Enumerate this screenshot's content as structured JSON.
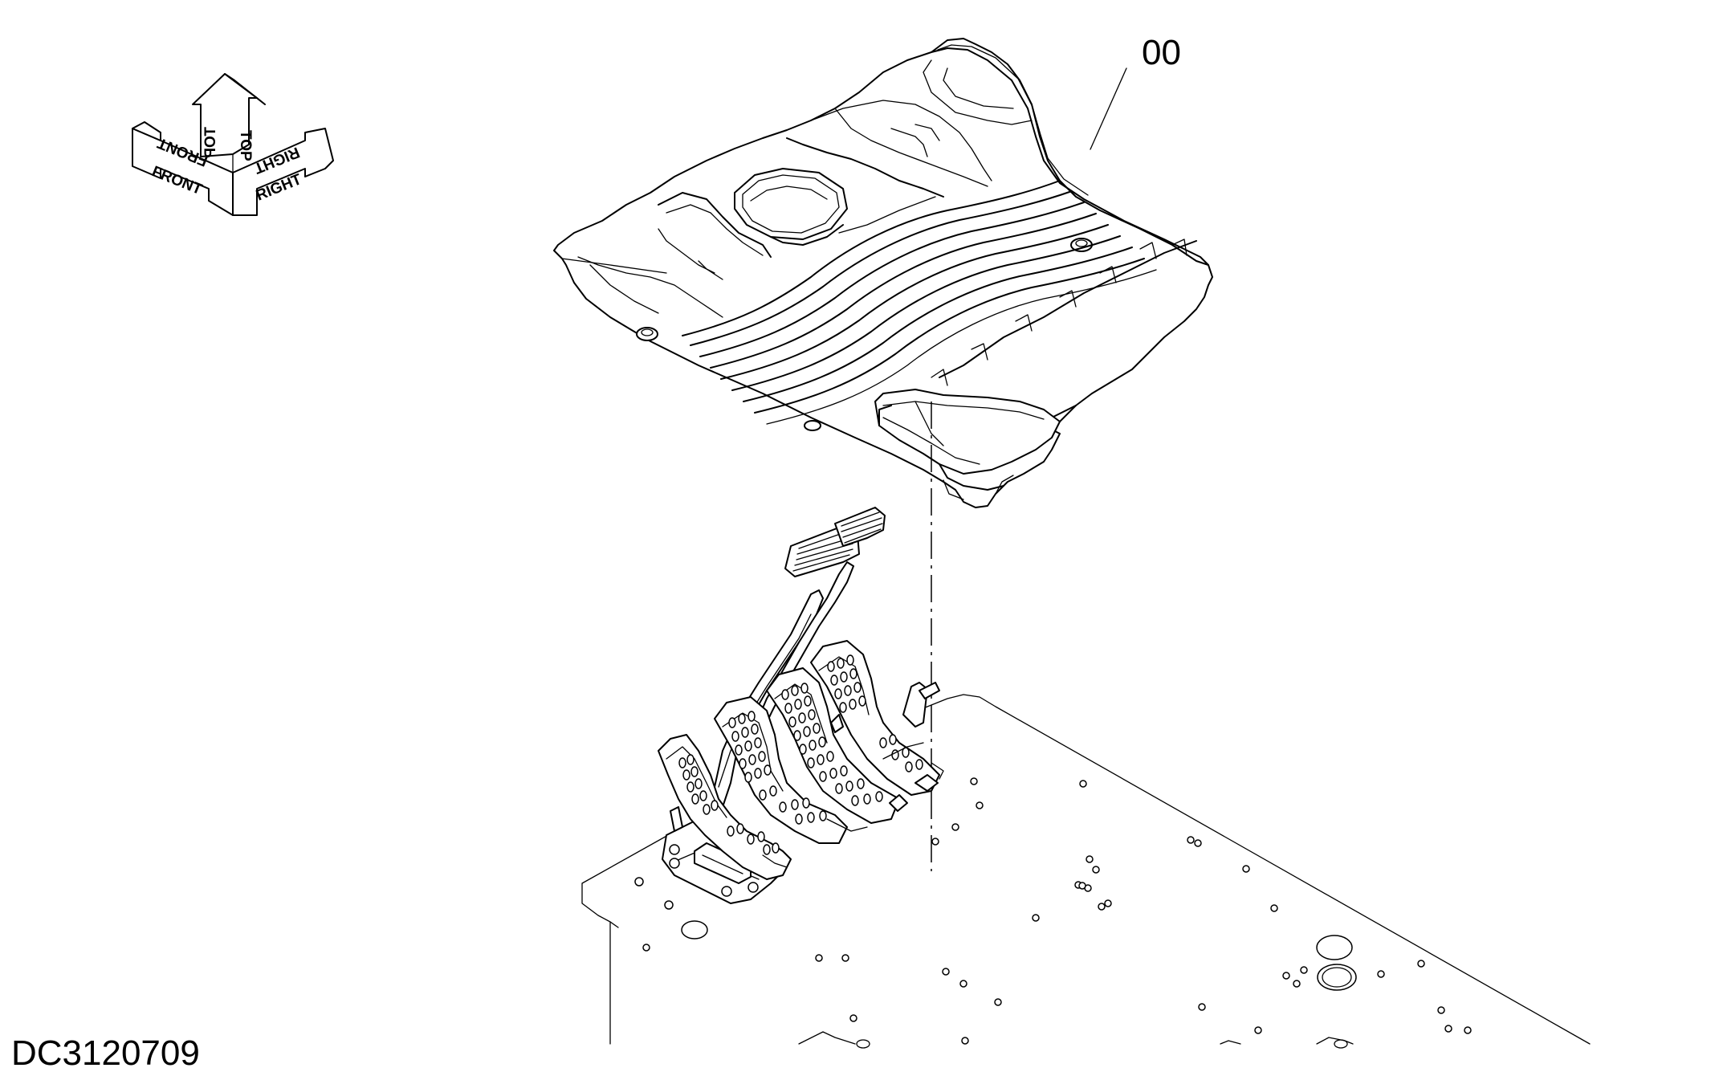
{
  "callout": {
    "part_number": "00"
  },
  "drawing_id": "DC3120709",
  "orientation": {
    "front": "FRONT",
    "top": "TOP",
    "right": "RIGHT"
  },
  "colors": {
    "line": "#000000",
    "background": "#ffffff"
  }
}
